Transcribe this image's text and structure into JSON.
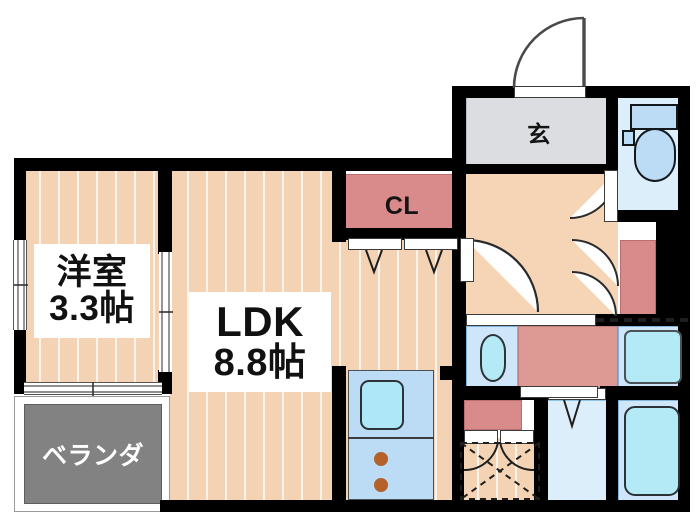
{
  "plan": {
    "type": "floor-plan",
    "layout_code": "1LDK",
    "rooms": [
      {
        "id": "washitsu",
        "label_line1": "洋室",
        "label_line2": "3.3帖",
        "name": "western-room",
        "area_jo": 3.3,
        "floor": "wood"
      },
      {
        "id": "ldk",
        "label_line1": "LDK",
        "label_line2": "8.8帖",
        "name": "ldk-room",
        "area_jo": 8.8,
        "floor": "wood"
      },
      {
        "id": "closet",
        "label": "CL",
        "name": "closet",
        "floor": "none"
      },
      {
        "id": "genkan",
        "label": "玄",
        "name": "entrance",
        "floor": "tile"
      },
      {
        "id": "veranda",
        "label": "ベランダ",
        "name": "balcony",
        "floor": "concrete"
      }
    ],
    "fixtures": [
      {
        "name": "toilet",
        "type": "wc"
      },
      {
        "name": "bathtub",
        "type": "tub"
      },
      {
        "name": "shower-unit",
        "type": "tub-square"
      },
      {
        "name": "washbasin",
        "type": "sink"
      },
      {
        "name": "kitchen-sink",
        "type": "basin"
      },
      {
        "name": "stove-burners",
        "type": "burners",
        "count": 2
      },
      {
        "name": "washing-machine-space",
        "type": "utility"
      }
    ],
    "colors": {
      "wall": "#000000",
      "wood_floor": "#f3d3b3",
      "hall_floor": "#f6d5b6",
      "closet_pink": "#d98b8b",
      "counter_pink": "#dd9a95",
      "water_blue": "#b3eaf5",
      "fixture_blue": "#bcdcf5",
      "tile_blue": "#ddeefb",
      "genkan_gray": "#dcdde1",
      "veranda_gray": "#828282",
      "burner_brown": "#b5612a"
    }
  },
  "labels": {
    "washitsu_line1": "洋室",
    "washitsu_line2": "3.3帖",
    "ldk_line1": "LDK",
    "ldk_line2": "8.8帖",
    "closet": "CL",
    "genkan": "玄",
    "veranda": "ベランダ"
  }
}
